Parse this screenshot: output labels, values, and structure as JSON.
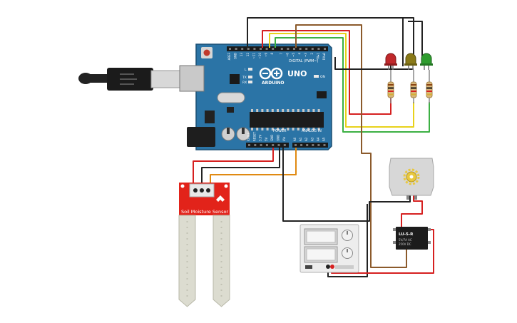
{
  "arduino": {
    "brand": "ARDUINO",
    "model": "UNO",
    "on_label": "ON",
    "tx_label": "TX",
    "rx_label": "RX",
    "l_label": "L",
    "digital_label": "DIGITAL (PWM~)",
    "power_label": "POWER",
    "analog_label": "ANALOG IN",
    "top_pins": [
      "AREF",
      "GND",
      "13",
      "12",
      "~11",
      "~10",
      "~9",
      "8",
      "7",
      "~6",
      "~5",
      "4",
      "~3",
      "2",
      "TX▸1",
      "RX◂0"
    ],
    "power_pins": [
      "IOREF",
      "RESET",
      "3.3V",
      "5V",
      "GND",
      "GND",
      "Vin"
    ],
    "analog_pins": [
      "A0",
      "A1",
      "A2",
      "A3",
      "A4",
      "A5"
    ]
  },
  "sensor": {
    "label": "Soil Moisture Sensor"
  },
  "relay": {
    "label": "LU-5-R",
    "line1": "5V/7A AC",
    "line2": "250V DC"
  },
  "leds": [
    {
      "color": "#c0282b"
    },
    {
      "color": "#8a7a18"
    },
    {
      "color": "#2e9c2e"
    }
  ],
  "colors": {
    "board": "#1f6fa0",
    "wire_black": "#222222",
    "wire_red": "#d62020",
    "wire_yellow": "#e8d21b",
    "wire_green": "#3cb043",
    "wire_orange": "#e08a12",
    "wire_brown": "#8b5a2b",
    "sensor_red": "#e2231a"
  }
}
